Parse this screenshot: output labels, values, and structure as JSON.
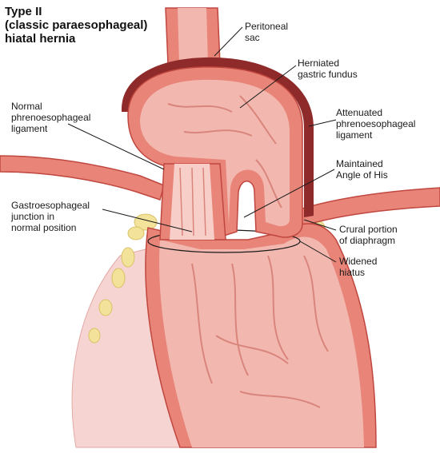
{
  "title": "Type II\n(classic paraesophageal)\nhiatal hernia",
  "labels": {
    "peritoneal_sac": "Peritoneal\nsac",
    "herniated_gastric_fundus": "Herniated\ngastric fundus",
    "normal_phrenoesophageal_ligament": "Normal\nphrenoesophageal\nligament",
    "attenuated_phrenoesophageal_ligament": "Attenuated\nphrenoesophageal\nligament",
    "maintained_angle_of_his": "Maintained\nAngle of His",
    "gastroesophageal_junction": "Gastroesophageal\njunction in\nnormal position",
    "crural_portion_of_diaphragm": "Crural portion\nof diaphragm",
    "widened_hiatus": "Widened\nhiatus"
  },
  "colors": {
    "wall": "#e88478",
    "wall_dark": "#c0473f",
    "mucosa": "#f2b8b0",
    "mucosa_light": "#f7cfc8",
    "sac": "#8f2a2a",
    "fat": "#f3e39a",
    "skin": "#f6d4d2"
  }
}
